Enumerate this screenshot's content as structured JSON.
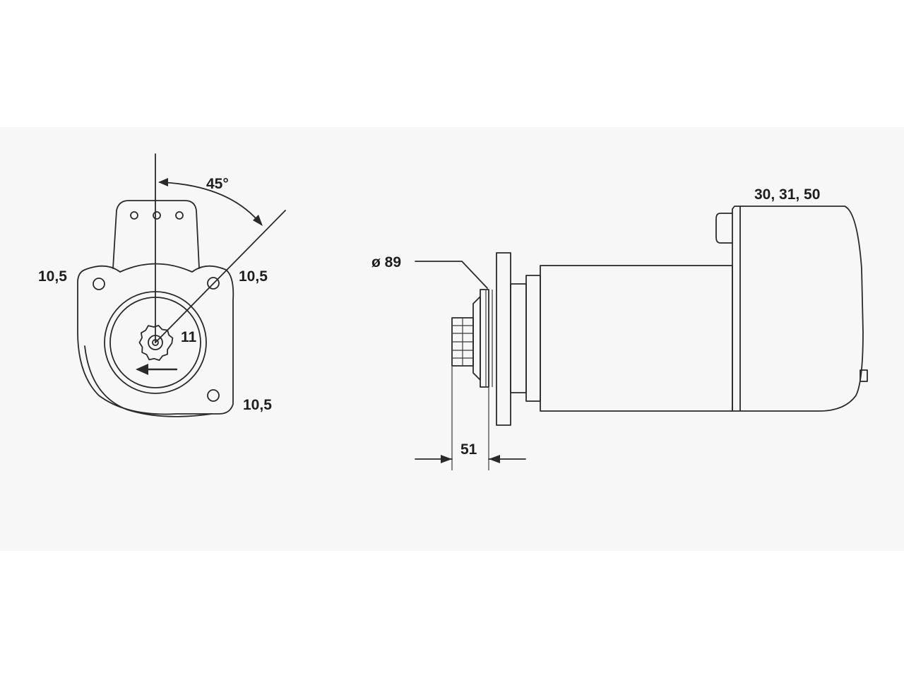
{
  "front_view": {
    "angle_label": "45°",
    "hole_left_label": "10,5",
    "hole_right_label": "10,5",
    "hole_bottom_label": "10,5",
    "pinion_teeth_label": "11"
  },
  "side_view": {
    "flange_diameter_label": "ø 89",
    "terminals_label": "30, 31, 50",
    "pinion_offset_label": "51"
  }
}
